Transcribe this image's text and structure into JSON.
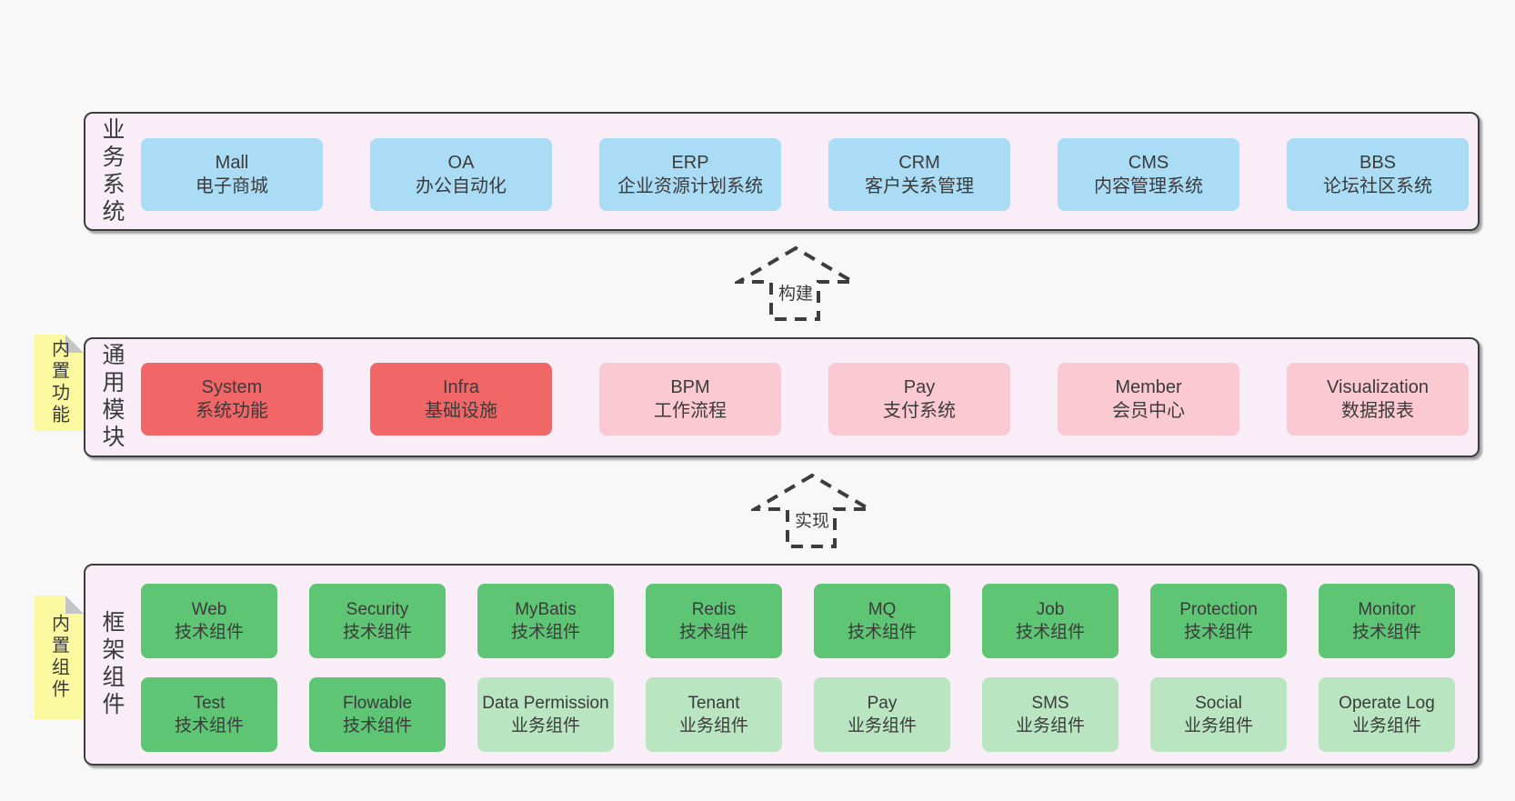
{
  "colors": {
    "page_bg": "#f8f8f8",
    "panel_bg": "#f9eef8",
    "panel_border": "#3d3d3d",
    "text": "#3b3b3b",
    "tab_bg": "#fbf9a0",
    "tab_fold": "#c5c5c7",
    "arrow_stroke": "#3d3d3d",
    "box": {
      "blue": "#abdcf6",
      "red": "#f16768",
      "pink": "#fbc9d2",
      "green": "#5ec574",
      "lightgreen": "#b9e5c1"
    }
  },
  "arrows": [
    {
      "label": "构建"
    },
    {
      "label": "实现"
    }
  ],
  "layers": [
    {
      "label": "业务系统",
      "tab": null,
      "rows": [
        [
          {
            "title": "Mall",
            "subtitle": "电子商城",
            "variant": "blue"
          },
          {
            "title": "OA",
            "subtitle": "办公自动化",
            "variant": "blue"
          },
          {
            "title": "ERP",
            "subtitle": "企业资源计划系统",
            "variant": "blue"
          },
          {
            "title": "CRM",
            "subtitle": "客户关系管理",
            "variant": "blue"
          },
          {
            "title": "CMS",
            "subtitle": "内容管理系统",
            "variant": "blue"
          },
          {
            "title": "BBS",
            "subtitle": "论坛社区系统",
            "variant": "blue"
          }
        ]
      ]
    },
    {
      "label": "通用模块",
      "tab": "内置功能",
      "rows": [
        [
          {
            "title": "System",
            "subtitle": "系统功能",
            "variant": "red"
          },
          {
            "title": "Infra",
            "subtitle": "基础设施",
            "variant": "red"
          },
          {
            "title": "BPM",
            "subtitle": "工作流程",
            "variant": "pink"
          },
          {
            "title": "Pay",
            "subtitle": "支付系统",
            "variant": "pink"
          },
          {
            "title": "Member",
            "subtitle": "会员中心",
            "variant": "pink"
          },
          {
            "title": "Visualization",
            "subtitle": "数据报表",
            "variant": "pink"
          }
        ]
      ]
    },
    {
      "label": "框架组件",
      "tab": "内置组件",
      "rows": [
        [
          {
            "title": "Web",
            "subtitle": "技术组件",
            "variant": "green"
          },
          {
            "title": "Security",
            "subtitle": "技术组件",
            "variant": "green"
          },
          {
            "title": "MyBatis",
            "subtitle": "技术组件",
            "variant": "green"
          },
          {
            "title": "Redis",
            "subtitle": "技术组件",
            "variant": "green"
          },
          {
            "title": "MQ",
            "subtitle": "技术组件",
            "variant": "green"
          },
          {
            "title": "Job",
            "subtitle": "技术组件",
            "variant": "green"
          },
          {
            "title": "Protection",
            "subtitle": "技术组件",
            "variant": "green"
          },
          {
            "title": "Monitor",
            "subtitle": "技术组件",
            "variant": "green"
          }
        ],
        [
          {
            "title": "Test",
            "subtitle": "技术组件",
            "variant": "green"
          },
          {
            "title": "Flowable",
            "subtitle": "技术组件",
            "variant": "green"
          },
          {
            "title": "Data Permission",
            "subtitle": "业务组件",
            "variant": "lightgreen"
          },
          {
            "title": "Tenant",
            "subtitle": "业务组件",
            "variant": "lightgreen"
          },
          {
            "title": "Pay",
            "subtitle": "业务组件",
            "variant": "lightgreen"
          },
          {
            "title": "SMS",
            "subtitle": "业务组件",
            "variant": "lightgreen"
          },
          {
            "title": "Social",
            "subtitle": "业务组件",
            "variant": "lightgreen"
          },
          {
            "title": "Operate Log",
            "subtitle": "业务组件",
            "variant": "lightgreen"
          }
        ]
      ]
    }
  ]
}
